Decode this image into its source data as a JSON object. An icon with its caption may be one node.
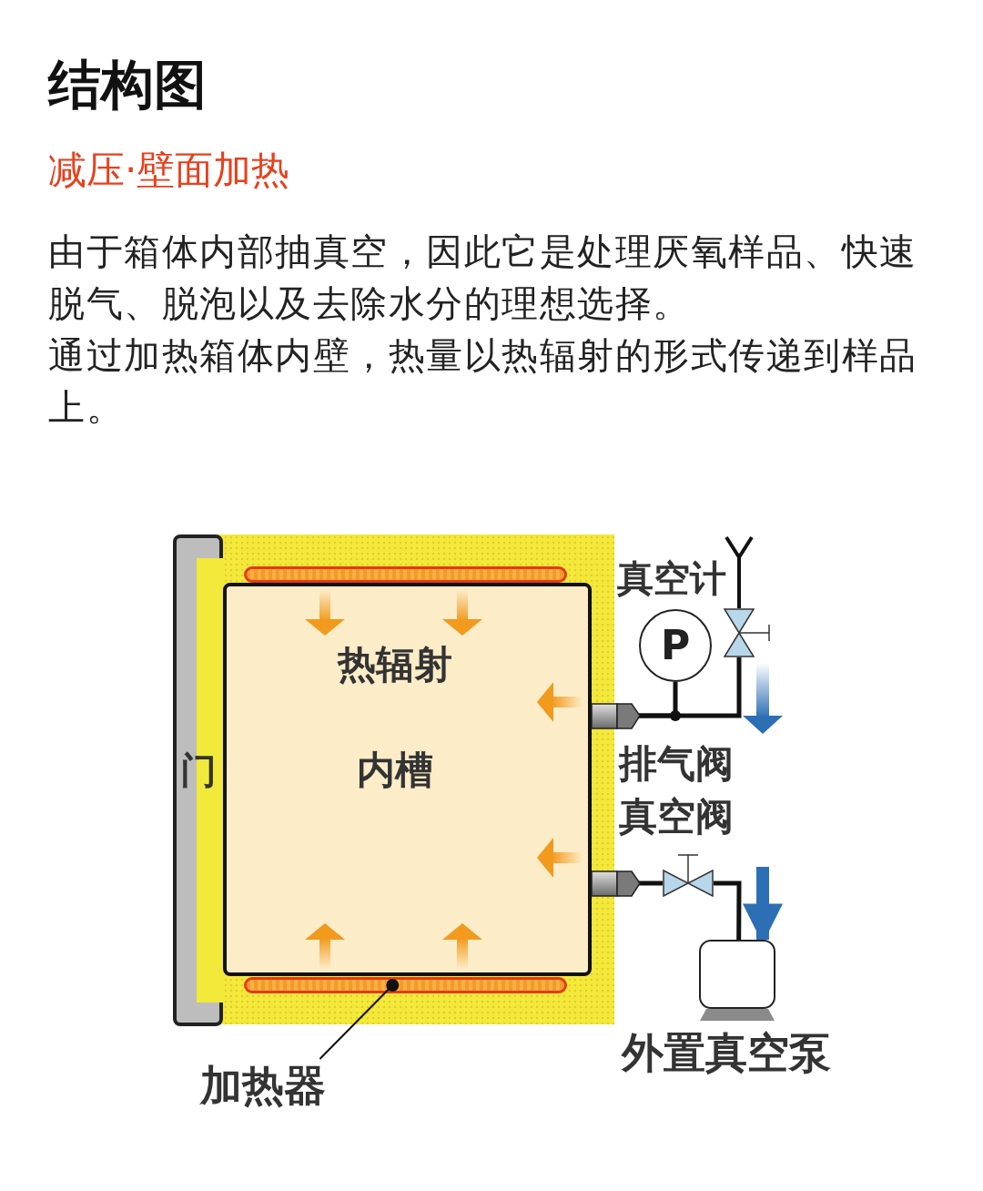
{
  "diagram": {
    "title": "结构图",
    "nodes": [
      {
        "text": [],
        "shape": "bar"
      },
      {
        "text": [
          "热辐射",
          "内槽"
        ]
      },
      {
        "text": [
          "门"
        ]
      },
      {
        "text": [
          "P"
        ],
        "beside": [
          "真空计"
        ]
      },
      {
        "text": [],
        "shape": "valve"
      },
      {
        "text": [],
        "shape": "valve"
      },
      {
        "text": [],
        "shape": "box",
        "beside": [
          "外置真空泵"
        ]
      },
      {
        "text": [],
        "shape": "bar"
      },
      {
        "text": [
          "加热器"
        ]
      }
    ],
    "edges": [
      {
        "from": 1,
        "to": 3,
        "arrow": "none"
      },
      {
        "from": 1,
        "to": 4,
        "arrow": "none"
      },
      {
        "from": 1,
        "to": 5,
        "arrow": "none"
      },
      {
        "from": 5,
        "to": 6,
        "arrow": "none"
      },
      {
        "from": 8,
        "to": 7,
        "arrow": "other"
      },
      {
        "from": null,
        "to": 6,
        "arrow": "to",
        "style": "thick",
        "color": "#2d6fb5"
      }
    ],
    "labels": [
      "减压·壁面加热",
      "由于箱体内部抽真空，因此它是处理厌氧样品、快速脱气、脱泡以及去除水分的理想选择。",
      "通过加热箱体内壁，热量以热辐射的形式传递到样品上。",
      "排气阀",
      "真空阀"
    ]
  }
}
